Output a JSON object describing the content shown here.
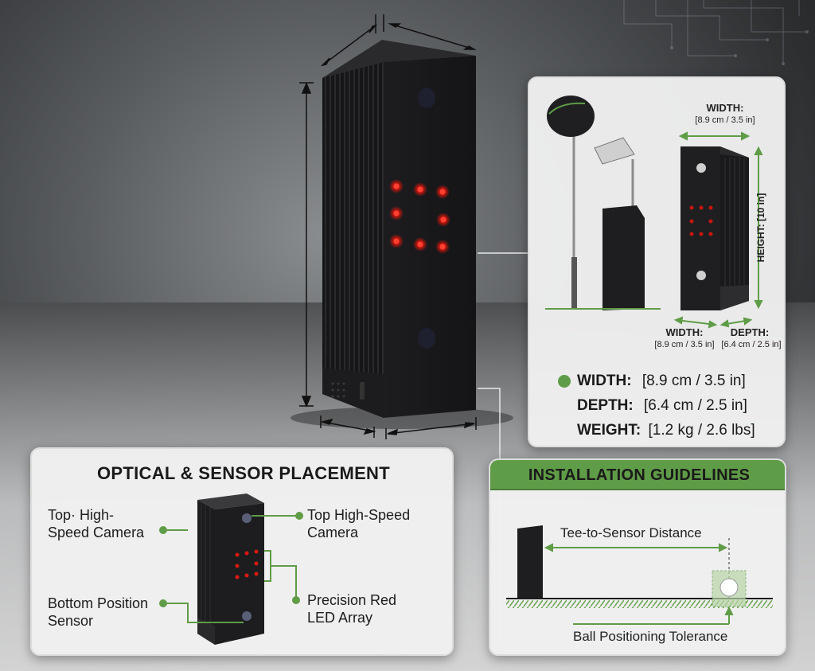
{
  "hero": {
    "led_color": "#e02418",
    "device_color": "#1a1a1c"
  },
  "spec_panel": {
    "top_width_label": "WIDTH:",
    "top_width_value": "[8.9 cm / 3.5 in]",
    "height_label": "HEIGHT: [10 in]",
    "bottom_width_label": "WIDTH:",
    "bottom_width_value": "[8.9 cm / 3.5 in]",
    "bottom_depth_label": "DEPTH:",
    "bottom_depth_value": "[6.4 cm / 2.5 in]",
    "specs": [
      {
        "key": "WIDTH:",
        "value": "[8.9 cm / 3.5 in]"
      },
      {
        "key": "DEPTH:",
        "value": "[6.4 cm / 2.5 in]"
      },
      {
        "key": "WEIGHT:",
        "value": "[1.2 kg / 2.6 lbs]"
      }
    ],
    "accent": "#5f9c47"
  },
  "optical_panel": {
    "title": "OPTICAL & SENSOR PLACEMENT",
    "left_top_label_1": "Top· High-",
    "left_top_label_2": "Speed Camera",
    "left_bottom_label_1": "Bottom Position",
    "left_bottom_label_2": "Sensor",
    "right_top_label_1": "Top High-Speed",
    "right_top_label_2": "Camera",
    "right_bottom_label_1": "Precision Red",
    "right_bottom_label_2": "LED Array"
  },
  "install_panel": {
    "title": "INSTALLATION GUIDELINES",
    "distance_label": "Tee-to-Sensor Distance",
    "tolerance_label": "Ball Positioning Tolerance",
    "header_color": "#5f9c47"
  }
}
